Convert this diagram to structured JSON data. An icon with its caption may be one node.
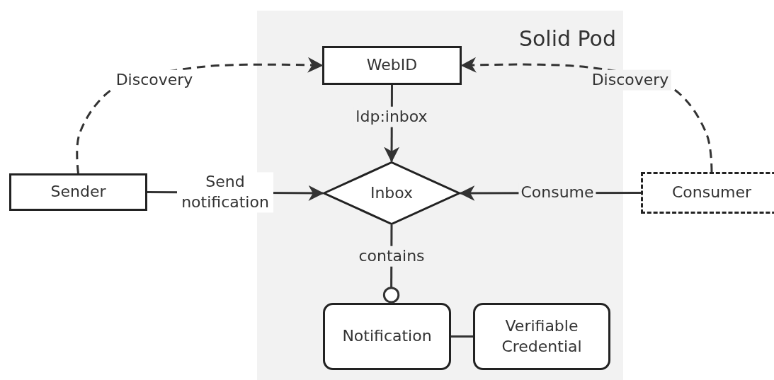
{
  "diagram": {
    "nodes": [
      {
        "text": [
          "Solid Pod"
        ]
      },
      {
        "text": [
          "WebID"
        ],
        "in": 0
      },
      {
        "text": [
          "Inbox"
        ],
        "in": 0
      },
      {
        "text": [
          "Notification"
        ],
        "in": 0
      },
      {
        "text": [
          "Verifiable Credential"
        ],
        "in": 0
      },
      {
        "text": [
          "Sender"
        ]
      },
      {
        "text": [
          "Consumer"
        ]
      }
    ],
    "edges": [
      {
        "from": 5,
        "to": 1,
        "arrow": "to",
        "label": "Discovery",
        "style": "dashed"
      },
      {
        "from": 6,
        "to": 1,
        "arrow": "to",
        "label": "Discovery",
        "style": "dashed"
      },
      {
        "from": 1,
        "to": 2,
        "arrow": "to",
        "label": "ldp:inbox"
      },
      {
        "from": 5,
        "to": 2,
        "arrow": "to",
        "label": "Send notification"
      },
      {
        "from": 6,
        "to": 2,
        "arrow": "to",
        "label": "Consume"
      },
      {
        "from": 2,
        "to": 3,
        "arrow": "other",
        "label": "contains"
      },
      {
        "from": 3,
        "to": 4,
        "arrow": "none"
      }
    ]
  }
}
